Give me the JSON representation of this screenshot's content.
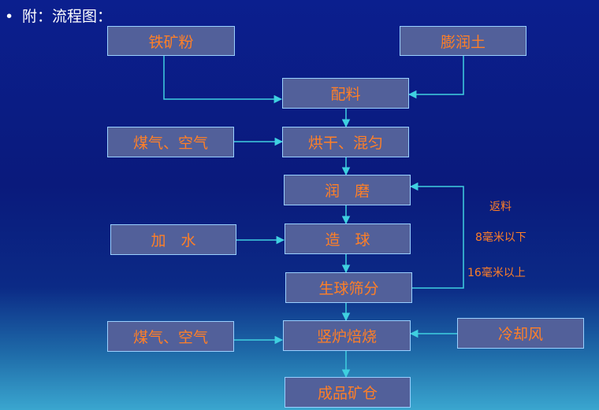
{
  "header": {
    "bullet": "•",
    "title": "附：流程图："
  },
  "nodes": {
    "iron_powder": "铁矿粉",
    "bentonite": "膨润土",
    "batching": "配料",
    "gas_air_1": "煤气、空气",
    "drying_mixing": "烘干、混匀",
    "wet_grinding": "润　磨",
    "add_water": "加　水",
    "balling": "造　球",
    "screening": "生球筛分",
    "gas_air_2": "煤气、空气",
    "shaft_furnace": "竖炉焙烧",
    "cooling_air": "冷却风",
    "product_bin": "成品矿仓"
  },
  "notes": {
    "return": "返料",
    "below_8mm": "8毫米以下",
    "above_16mm": "16毫米以上"
  },
  "colors": {
    "box_fill": "#52609a",
    "box_border": "#9ad0ff",
    "text": "#ff7f27",
    "line": "#3fd0e0"
  }
}
